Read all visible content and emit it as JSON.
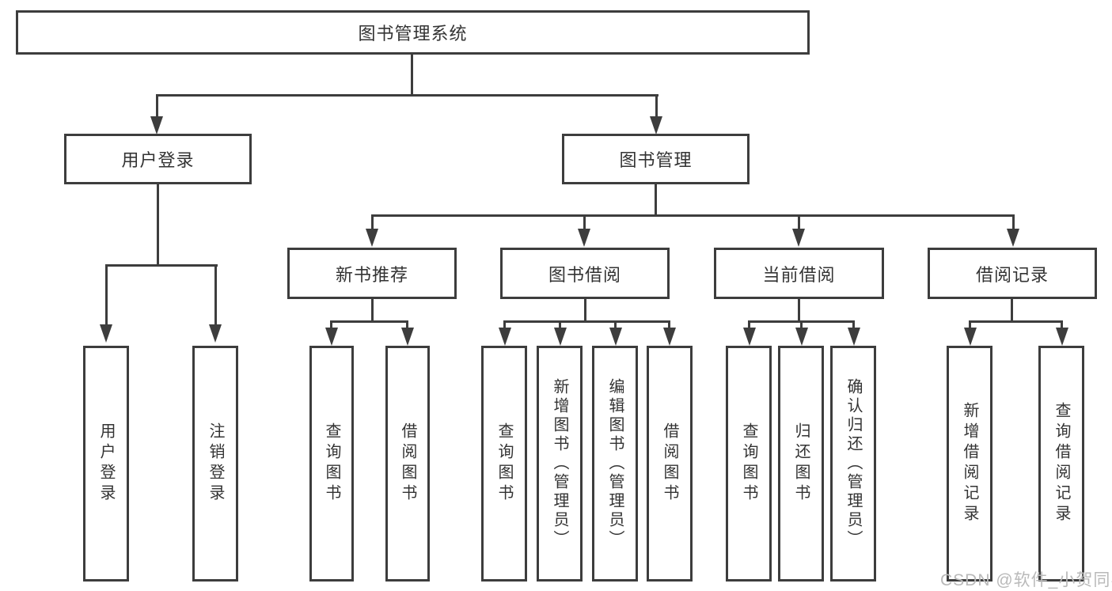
{
  "diagram": {
    "title": "图书管理系统",
    "branches": [
      {
        "label": "用户登录",
        "children": [
          {
            "label": "用户登录"
          },
          {
            "label": "注销登录"
          }
        ]
      },
      {
        "label": "图书管理",
        "children": [
          {
            "label": "新书推荐",
            "children": [
              {
                "label": "查询图书"
              },
              {
                "label": "借阅图书"
              }
            ]
          },
          {
            "label": "图书借阅",
            "children": [
              {
                "label": "查询图书"
              },
              {
                "label": "新增图书（管理员）"
              },
              {
                "label": "编辑图书（管理员）"
              },
              {
                "label": "借阅图书"
              }
            ]
          },
          {
            "label": "当前借阅",
            "children": [
              {
                "label": "查询图书"
              },
              {
                "label": "归还图书"
              },
              {
                "label": "确认归还（管理员）"
              }
            ]
          },
          {
            "label": "借阅记录",
            "children": [
              {
                "label": "新增借阅记录"
              },
              {
                "label": "查询借阅记录"
              }
            ]
          }
        ]
      }
    ],
    "colors": {
      "line": "#3d3d3d",
      "text": "#333333",
      "background": "#ffffff",
      "watermark": "#b9b9b9"
    }
  },
  "watermark": {
    "text": "CSDN @软件_小贺同学"
  }
}
